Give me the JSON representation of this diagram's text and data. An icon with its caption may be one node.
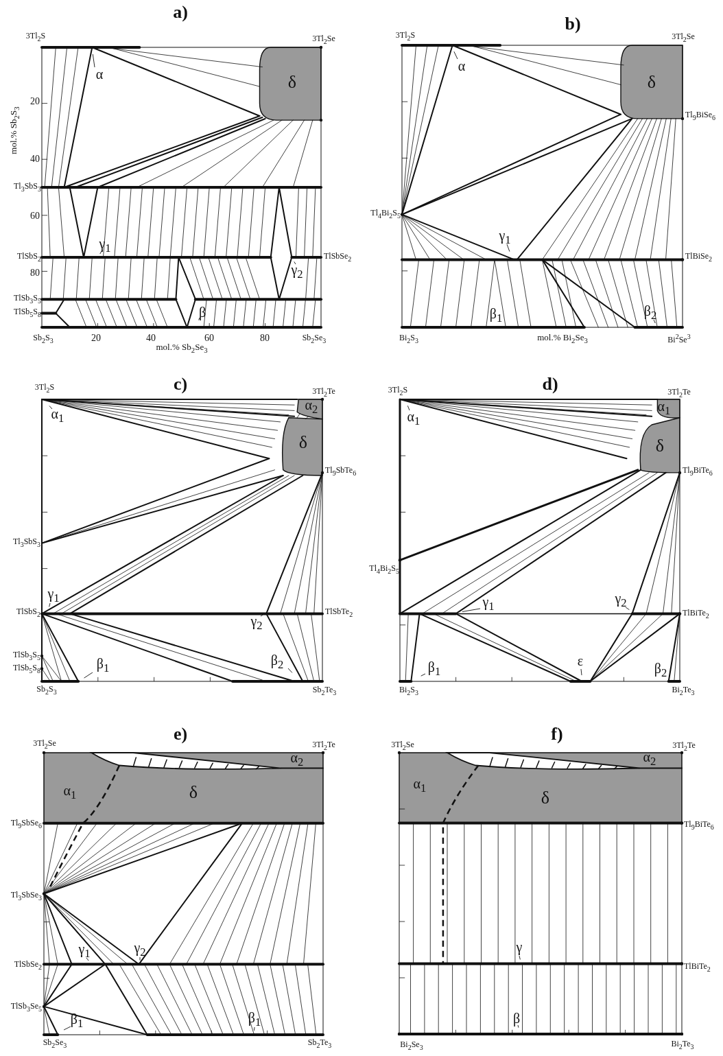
{
  "diagram": {
    "nodes": [
      {
        "text": [
          "α"
        ]
      },
      {
        "text": [
          "γ$_{1}$"
        ]
      },
      {
        "text": [
          "γ$_{2}$"
        ]
      },
      {
        "text": [
          "β"
        ]
      },
      {
        "text": [
          "α"
        ]
      },
      {
        "text": [
          "γ$_{1}$"
        ]
      },
      {
        "text": [
          "β$_{2}$"
        ]
      },
      {
        "text": [
          "α$_{1}$"
        ]
      },
      {
        "text": [
          "γ$_{1}$"
        ]
      },
      {
        "text": [
          "γ$_{2}$"
        ]
      },
      {
        "text": [
          "β$_{1}$"
        ]
      },
      {
        "text": [
          "β$_{2}$"
        ]
      },
      {
        "text": [
          "α$_{1}$"
        ]
      },
      {
        "text": [
          "γ$_{1}$"
        ]
      },
      {
        "text": [
          "γ$_{2}$"
        ]
      },
      {
        "text": [
          "β$_{1}$"
        ]
      },
      {
        "text": [
          "ε"
        ]
      },
      {
        "text": [
          "γ$_{1}$"
        ]
      },
      {
        "text": [
          "γ$_{2}$"
        ]
      },
      {
        "text": [
          "β$_{1}$"
        ]
      },
      {
        "text": [
          "β$_{1}$"
        ]
      },
      {
        "text": [
          "γ"
        ]
      },
      {
        "text": [
          "β"
        ]
      }
    ],
    "edges": [
      {
        "from": 0,
        "to": null,
        "arrow": "none"
      },
      {
        "from": 1,
        "to": null,
        "arrow": "none"
      },
      {
        "from": 2,
        "to": null,
        "arrow": "none"
      },
      {
        "from": 3,
        "to": null,
        "arrow": "none"
      },
      {
        "from": 4,
        "to": null,
        "arrow": "none"
      },
      {
        "from": 5,
        "to": null,
        "arrow": "none"
      },
      {
        "from": 6,
        "to": null,
        "arrow": "none"
      },
      {
        "from": 7,
        "to": null,
        "arrow": "none"
      },
      {
        "from": 8,
        "to": null,
        "arrow": "none"
      },
      {
        "from": 9,
        "to": null,
        "arrow": "none"
      },
      {
        "from": 10,
        "to": null,
        "arrow": "none"
      },
      {
        "from": 11,
        "to": null,
        "arrow": "none"
      },
      {
        "from": 12,
        "to": null,
        "arrow": "none"
      },
      {
        "from": 13,
        "to": null,
        "arrow": "none"
      },
      {
        "from": 14,
        "to": null,
        "arrow": "none"
      },
      {
        "from": 15,
        "to": null,
        "arrow": "none"
      },
      {
        "from": 16,
        "to": null,
        "arrow": "none"
      },
      {
        "from": 17,
        "to": null,
        "arrow": "none"
      },
      {
        "from": 18,
        "to": null,
        "arrow": "none"
      },
      {
        "from": 19,
        "to": null,
        "arrow": "none"
      },
      {
        "from": 20,
        "to": null,
        "arrow": "none"
      },
      {
        "from": 21,
        "to": null,
        "arrow": "none"
      },
      {
        "from": 22,
        "to": null,
        "arrow": "none"
      }
    ],
    "labels": [
      "a)",
      "3Tl$_{2}$S",
      "3Tl$_{2}$Se",
      "δ",
      "mol.% Sb$_{2}$S$_{3}$",
      "20",
      "40",
      "Tl$_{3}$SbS$_{3}$",
      "60",
      "TlSbS$_{2}$",
      "TlSbSe$_{2}$",
      "80",
      "TlSb$_{3}$S$_{5}$",
      "TlSb$_{5}$S$_{8}$",
      "Sb$_{2}$S$_{3}$",
      "20",
      "40",
      "60",
      "80",
      "Sb$_{2}$Se$_{3}$",
      "mol.% Sb$_{2}$Se$_{3}$",
      "b)",
      "3Tl$_{2}$S",
      "3Tl$_{2}$Se",
      "δ",
      "Tl$_{9}$BiSe$_{6}$",
      "Tl$_{4}$Bi$_{2}$S$_{5}$",
      "TlBiSe$_{2}$",
      "β$_{1}$",
      "Bi$_{2}$S$_{3}$",
      "mol.% Bi$_{2}$Se$_{3}$",
      "Bi$^{2}$Se$^{3}$",
      "c)",
      "3Tl$_{2}$S",
      "3Tl$_{2}$Te",
      "α$_{2}$",
      "δ",
      "Tl$_{9}$SbTe$_{6}$",
      "Tl$_{3}$SbS$_{3}$",
      "TlSbS$_{2}$",
      "TlSbTe$_{2}$",
      "TlSb$_{3}$S$_{5}$",
      "TlSb$_{5}$S$_{8}$",
      "Sb$_{2}$S$_{3}$",
      "Sb$_{2}$Te$_{3}$",
      "d)",
      "3Tl$_{2}$S",
      "3Tl$_{2}$Te",
      "α$_{1}$",
      "δ",
      "Tl$_{9}$BiTe$_{6}$",
      "Tl$_{4}$Bi$_{2}$S$_{5}$",
      "TlBiTe$_{2}$",
      "β$_{2}$",
      "Bi$_{2}$S$_{3}$",
      "Bi$_{2}$Te$_{3}$",
      "e)",
      "3Tl$_{2}$Se",
      "3Tl$_{2}$Te",
      "α$_{2}$",
      "α$_{1}$",
      "δ",
      "Tl$_{9}$SbSe$_{6}$",
      "Tl$_{3}$SbSe$_{3}$",
      "TlSbSe$_{2}$",
      "TlSb$_{3}$Se$_{5}$",
      "Sb$_{2}$Se$_{3}$",
      "Sb$_{2}$Te$_{3}$",
      "f)",
      "3Tl$_{2}$Se",
      "3Tl$_{2}$Te",
      "α$_{2}$",
      "α$_{1}$",
      "δ",
      "Tl$_{9}$BiTe$_{6}$",
      "TlBiTe$_{2}$",
      "Bi$_{2}$Se$_{3}$",
      "Bi$_{2}$Te$_{3}$"
    ]
  }
}
